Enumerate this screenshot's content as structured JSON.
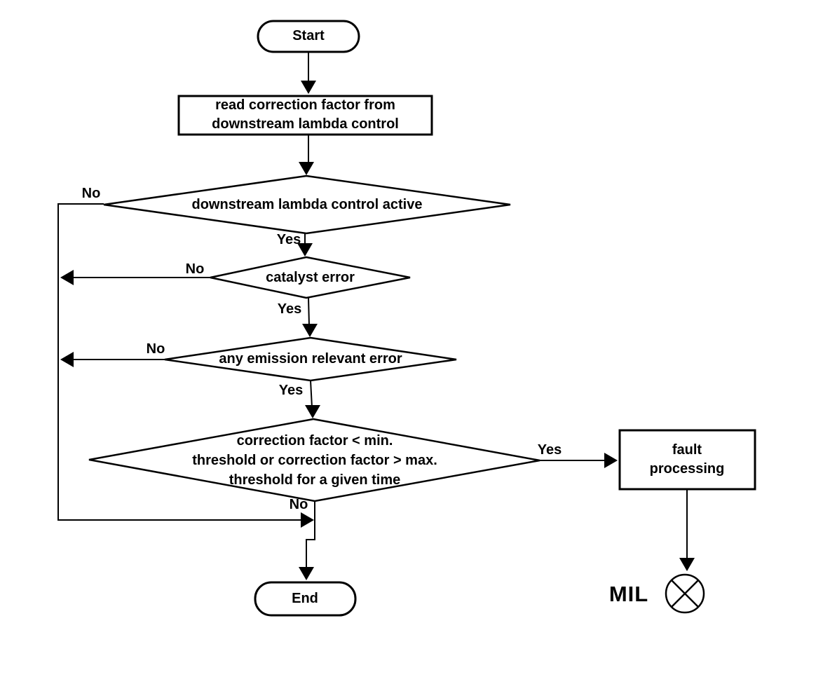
{
  "flowchart": {
    "colors": {
      "background": "#ffffff",
      "line": "#000000",
      "text": "#000000"
    },
    "nodes": {
      "start": {
        "type": "terminator",
        "label": "Start"
      },
      "read_correction": {
        "type": "process",
        "label": "read correction factor from\ndownstream lambda control"
      },
      "lambda_active": {
        "type": "decision",
        "label": "downstream lambda control active"
      },
      "catalyst_error": {
        "type": "decision",
        "label": "catalyst error"
      },
      "emission_error": {
        "type": "decision",
        "label": "any emission relevant error"
      },
      "threshold_check": {
        "type": "decision",
        "label": "correction factor < min.\nthreshold  or correction factor > max.\nthreshold for a given time"
      },
      "fault_processing": {
        "type": "process",
        "label": "fault\nprocessing"
      },
      "end": {
        "type": "terminator",
        "label": "End"
      },
      "mil": {
        "type": "indicator-lamp",
        "label": "MIL"
      }
    },
    "branch_labels": {
      "lambda_active_no": "No",
      "lambda_active_yes": "Yes",
      "catalyst_error_no": "No",
      "catalyst_error_yes": "Yes",
      "emission_error_no": "No",
      "emission_error_yes": "Yes",
      "threshold_check_yes": "Yes",
      "threshold_check_no": "No"
    }
  }
}
